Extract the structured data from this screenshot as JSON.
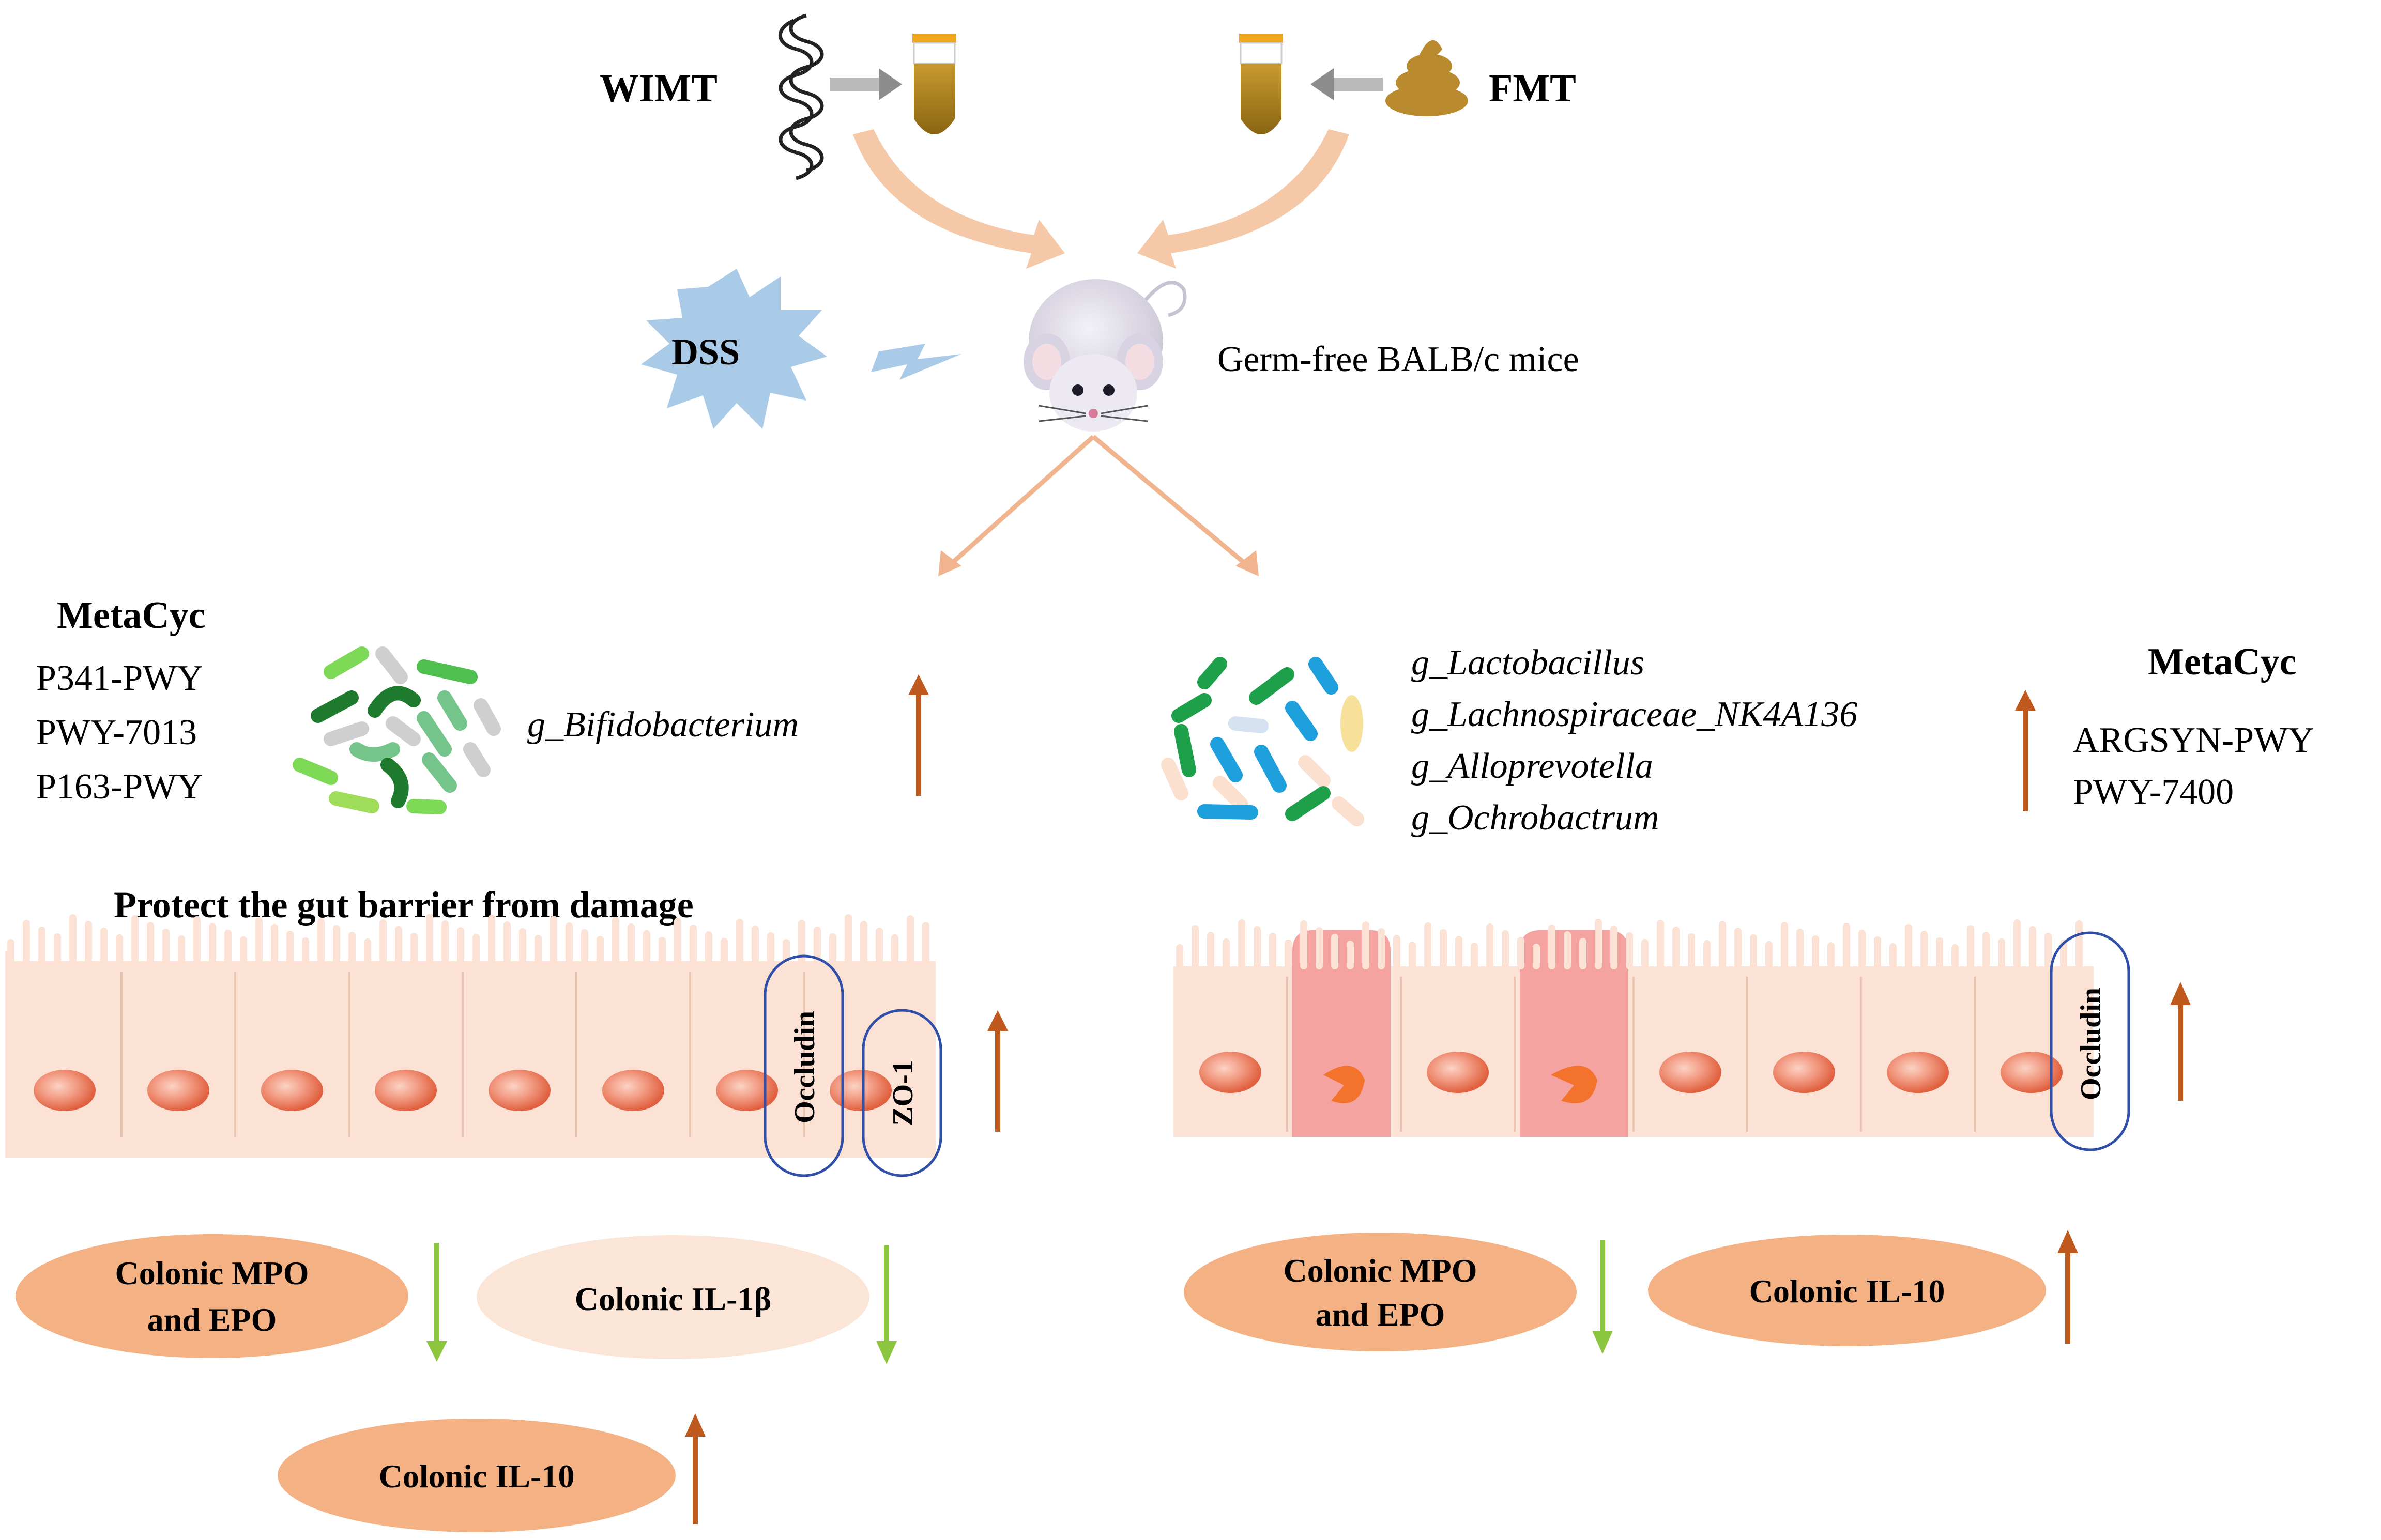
{
  "top": {
    "wimt_label": "WIMT",
    "fmt_label": "FMT",
    "dss_label": "DSS",
    "mice_label": "Germ-free BALB/c mice"
  },
  "left": {
    "metacyc_title": "MetaCyc",
    "pathways": [
      "P341-PWY",
      "PWY-7013",
      "P163-PWY"
    ],
    "genus": "g_Bifidobacterium",
    "barrier_title": "Protect the gut barrier from damage",
    "junction_proteins": [
      "Occludin",
      "ZO-1"
    ],
    "markers": [
      {
        "line1": "Colonic MPO",
        "line2": "and EPO",
        "direction": "down"
      },
      {
        "line1": "Colonic IL-1β",
        "line2": "",
        "direction": "down"
      },
      {
        "line1": "Colonic IL-10",
        "line2": "",
        "direction": "up"
      }
    ]
  },
  "right": {
    "metacyc_title": "MetaCyc",
    "pathways": [
      "ARGSYN-PWY",
      "PWY-7400"
    ],
    "genera": [
      "g_Lactobacillus",
      "g_Lachnospiraceae_NK4A136",
      "g_Alloprevotella",
      "g_Ochrobactrum"
    ],
    "junction_proteins": [
      "Occludin"
    ],
    "markers": [
      {
        "line1": "Colonic MPO",
        "line2": "and EPO",
        "direction": "down"
      },
      {
        "line1": "Colonic IL-10",
        "line2": "",
        "direction": "up"
      }
    ]
  },
  "colors": {
    "up_arrow": "#c0591e",
    "down_arrow": "#8cc63f",
    "flow_arrow": "#f5c9a8",
    "marker_dark": "#f4b183",
    "marker_light": "#fbe5d6",
    "epithelium": "#fbe2d4",
    "goblet": "#f4a3a0",
    "junction_outline": "#2f4fa8",
    "dss_star": "#a9cbe8"
  }
}
